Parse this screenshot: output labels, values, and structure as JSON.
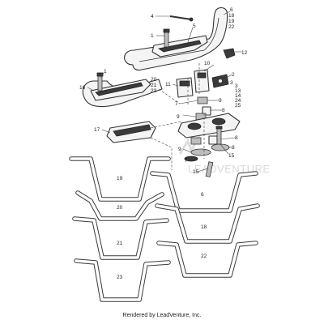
{
  "labels": {
    "l1a": "1",
    "l1b": "1",
    "l2": "2",
    "l3": "3",
    "l4": "4",
    "l5": "5",
    "l6top": "6",
    "l18top": "18",
    "l19top": "19",
    "l22top": "22",
    "l7a": "7",
    "l7b": "7",
    "l8a": "8",
    "l8b": "8",
    "l8c": "8",
    "l9a": "9",
    "l9b": "9",
    "l9c": "9",
    "l10": "10",
    "l11": "11",
    "l12": "12",
    "l13": "13",
    "l14": "14",
    "l15a": "15",
    "l15b": "15",
    "l16": "16",
    "l17": "17",
    "l20a": "20",
    "l21a": "21",
    "l23a": "23",
    "r3": "3",
    "r13": "13",
    "r14": "14",
    "r24": "24",
    "r25": "25",
    "b19": "19",
    "b20": "20",
    "b21": "21",
    "b23": "23",
    "b6": "6",
    "b18": "18",
    "b22": "22"
  },
  "watermark": "LEADVENTURE",
  "footer": "Rendered by LeadVenture, Inc."
}
